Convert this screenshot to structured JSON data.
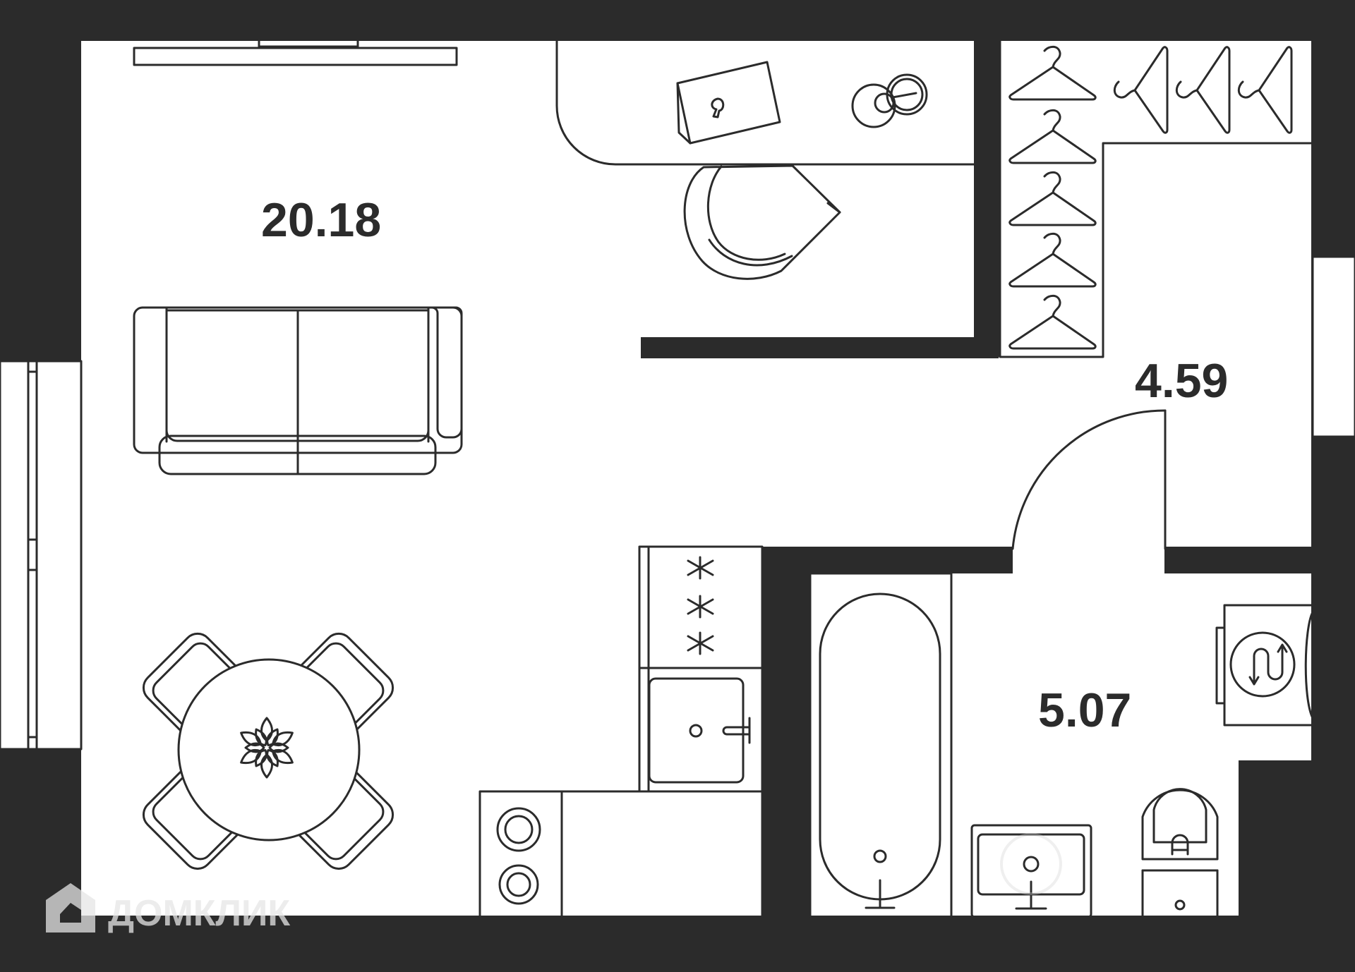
{
  "rooms": [
    {
      "id": "living",
      "area": "20.18"
    },
    {
      "id": "hall",
      "area": "4.59"
    },
    {
      "id": "bathroom",
      "area": "5.07"
    }
  ],
  "watermark": {
    "text": "ДОМКЛИК",
    "icon": "house-logo-icon"
  },
  "colors": {
    "wall": "#2b2b2b",
    "background": "#ffffff",
    "watermark": "#e6e6e6"
  }
}
